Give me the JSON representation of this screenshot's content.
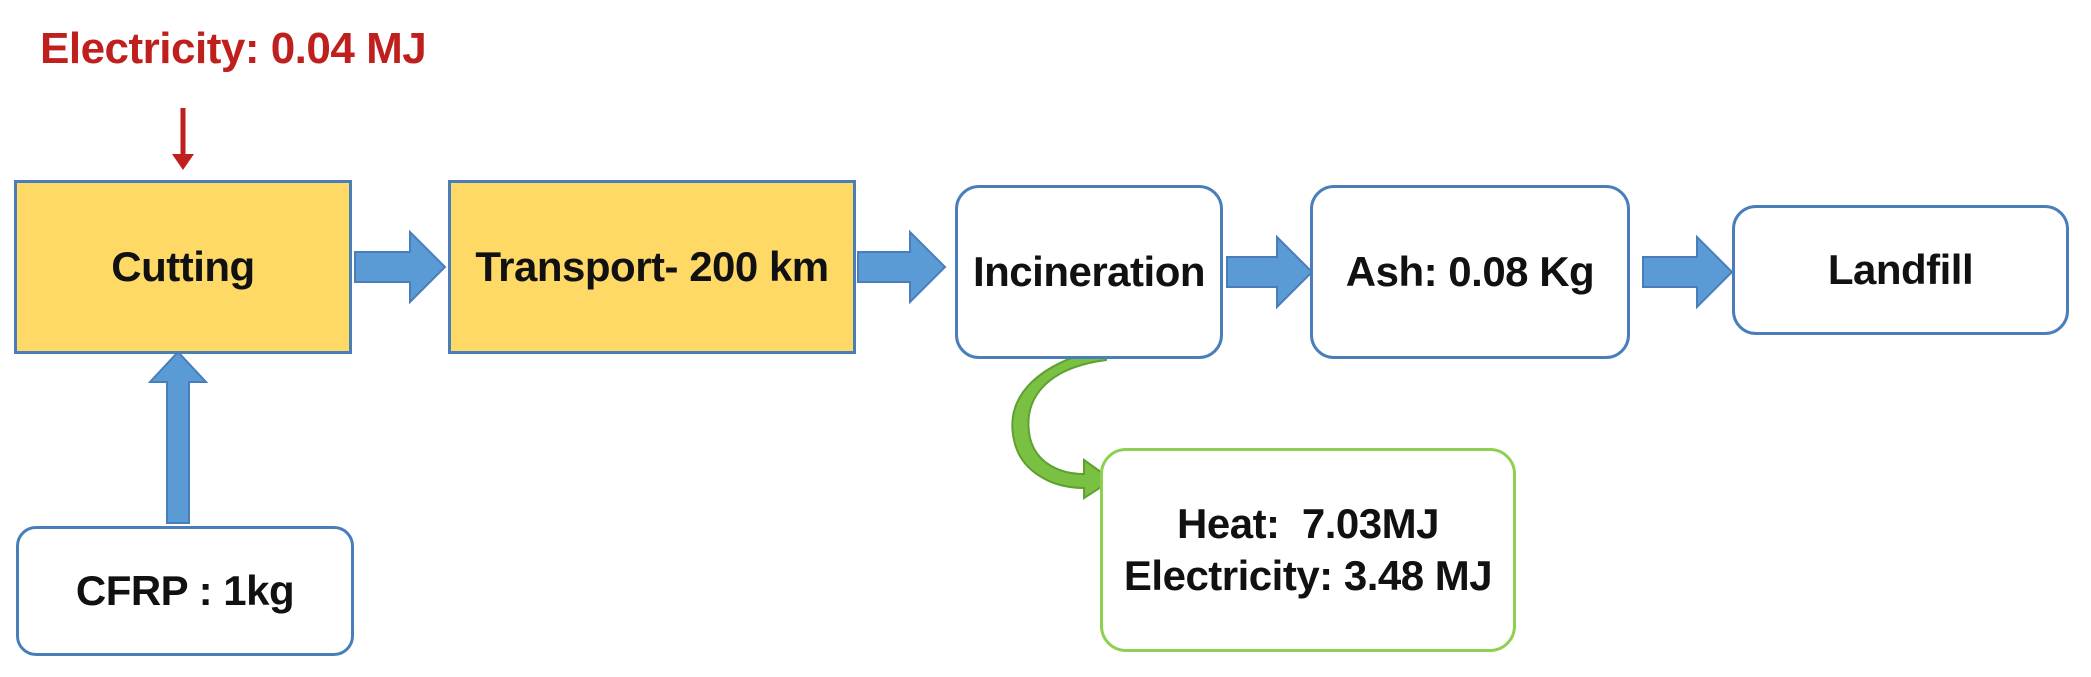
{
  "top_input": {
    "label": "Electricity: 0.04 MJ"
  },
  "nodes": {
    "cutting": "Cutting",
    "transport": "Transport- 200 km",
    "incineration": "Incineration",
    "ash": "Ash: 0.08 Kg",
    "landfill": "Landfill",
    "cfrp": "CFRP : 1kg",
    "heat_line": "Heat:  7.03MJ",
    "electricity_line": "Electricity: 3.48 MJ"
  },
  "colors": {
    "process_fill": "#FFD966",
    "box_border": "#4A7EBB",
    "arrow_fill": "#5B9BD5",
    "energy_border": "#8ED051",
    "energy_arrow": "#7AC143",
    "input_text": "#C0201D"
  }
}
